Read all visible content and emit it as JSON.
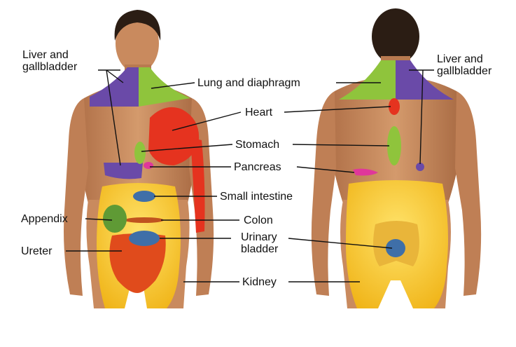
{
  "labels": {
    "liver_front": "Liver and\ngallbladder",
    "liver_back": "Liver and\ngallbladder",
    "lung": "Lung and diaphragm",
    "heart": "Heart",
    "stomach": "Stomach",
    "pancreas": "Pancreas",
    "small_intestine": "Small intestine",
    "appendix": "Appendix",
    "colon": "Colon",
    "urinary": "Urinary\nbladder",
    "ureter": "Ureter",
    "kidney": "Kidney"
  },
  "colors": {
    "skin": "#c98a5e",
    "skin_dark": "#a86a43",
    "hair": "#2b1d14",
    "liver_purple": "#6a4aa8",
    "lung_green": "#8fc43c",
    "heart_red": "#e5331f",
    "pancreas_pink": "#e0379a",
    "intestine_blue": "#3f6fa8",
    "kidney_yellow": "#f4c21f",
    "appendix_green": "#5f9a35",
    "leader": "#111111"
  }
}
